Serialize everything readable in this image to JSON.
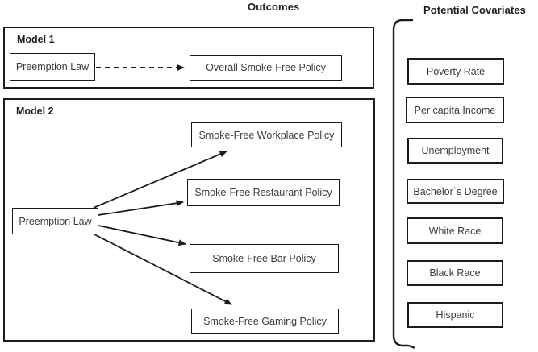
{
  "headings": {
    "outcomes": "Outcomes",
    "covariates": "Potential Covariates"
  },
  "model1": {
    "label": "Model 1",
    "source": "Preemption Law",
    "outcome": "Overall Smoke-Free Policy",
    "arrow_style": "dashed"
  },
  "model2": {
    "label": "Model 2",
    "source": "Preemption Law",
    "outcomes": [
      "Smoke-Free Workplace Policy",
      "Smoke-Free Restaurant Policy",
      "Smoke-Free Bar Policy",
      "Smoke-Free Gaming Policy"
    ],
    "arrow_style": "solid"
  },
  "covariates": [
    "Poverty Rate",
    "Per capita Income",
    "Unemployment",
    "Bachelor`s Degree",
    "White Race",
    "Black Race",
    "Hispanic"
  ],
  "colors": {
    "line": "#1c1c1c",
    "text": "#3c3c3c",
    "background": "#ffffff"
  }
}
